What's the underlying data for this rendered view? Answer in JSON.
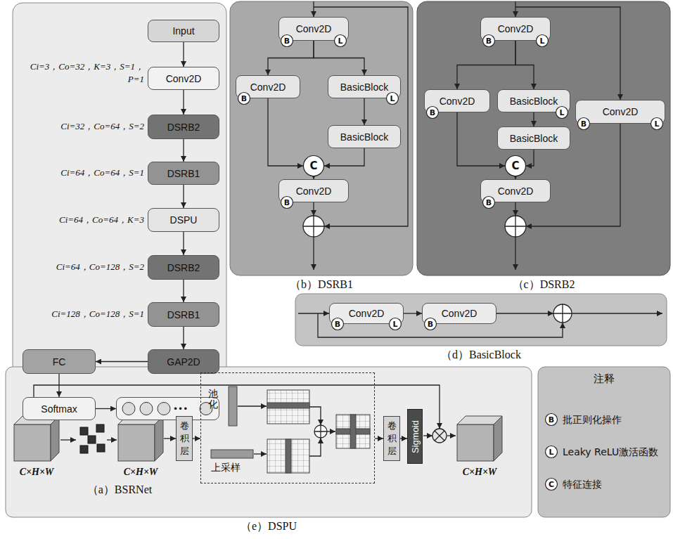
{
  "diagram": {
    "nodes": [
      {
        "text": [
          "（a）BSRNet"
        ]
      },
      {
        "text": [
          "Input"
        ],
        "in": 0
      },
      {
        "text": [
          "Conv2D"
        ],
        "in": 0
      },
      {
        "text": [
          "DSRB2"
        ],
        "in": 0
      },
      {
        "text": [
          "DSRB1"
        ],
        "in": 0
      },
      {
        "text": [
          "DSPU"
        ],
        "in": 0
      },
      {
        "text": [
          "DSRB2"
        ],
        "in": 0
      },
      {
        "text": [
          "DSRB1"
        ],
        "in": 0
      },
      {
        "text": [
          "GAP2D"
        ],
        "in": 0
      },
      {
        "text": [
          "FC"
        ],
        "in": 0
      },
      {
        "text": [
          "Softmax"
        ],
        "in": 0
      },
      {
        "text": [
          "•••"
        ],
        "in": 0
      },
      {
        "text": [
          "（b）DSRB1"
        ]
      },
      {
        "text": [
          "Conv2D"
        ],
        "in": 12
      },
      {
        "text": [
          "B"
        ],
        "in": 13
      },
      {
        "text": [
          "L"
        ],
        "in": 13
      },
      {
        "text": [
          "Conv2D"
        ],
        "in": 12
      },
      {
        "text": [
          "B"
        ],
        "in": 16
      },
      {
        "text": [
          "BasicBlock"
        ],
        "in": 12
      },
      {
        "text": [
          "L"
        ],
        "in": 18
      },
      {
        "text": [
          "BasicBlock"
        ],
        "in": 12
      },
      {
        "text": [
          "C"
        ],
        "in": 12
      },
      {
        "text": [
          "Conv2D"
        ],
        "in": 12
      },
      {
        "text": [
          "B"
        ],
        "in": 22
      },
      {
        "text": [
          "（c）DSRB2"
        ]
      },
      {
        "text": [
          "Conv2D"
        ],
        "in": 24
      },
      {
        "text": [
          "B"
        ],
        "in": 25
      },
      {
        "text": [
          "L"
        ],
        "in": 25
      },
      {
        "text": [
          "Conv2D"
        ],
        "in": 24
      },
      {
        "text": [
          "B"
        ],
        "in": 28
      },
      {
        "text": [
          "BasicBlock"
        ],
        "in": 24
      },
      {
        "text": [
          "L"
        ],
        "in": 30
      },
      {
        "text": [
          "Conv2D"
        ],
        "in": 24
      },
      {
        "text": [
          "B"
        ],
        "in": 32
      },
      {
        "text": [
          "L"
        ],
        "in": 32
      },
      {
        "text": [
          "BasicBlock"
        ],
        "in": 24
      },
      {
        "text": [
          "C"
        ],
        "in": 24
      },
      {
        "text": [
          "Conv2D"
        ],
        "in": 24
      },
      {
        "text": [
          "B"
        ],
        "in": 37
      },
      {
        "text": [
          "（d）BasicBlock"
        ]
      },
      {
        "text": [
          "Conv2D"
        ],
        "in": 39
      },
      {
        "text": [
          "B"
        ],
        "in": 40
      },
      {
        "text": [
          "L"
        ],
        "in": 40
      },
      {
        "text": [
          "Conv2D"
        ],
        "in": 39
      },
      {
        "text": [
          "B"
        ],
        "in": 43
      },
      {
        "text": [
          "（e）DSPU"
        ]
      },
      {
        "text": [
          "卷积层"
        ],
        "in": 45
      },
      {
        "text": [
          "池化",
          "上采样"
        ],
        "in": 45
      },
      {
        "text": [
          "卷积层"
        ],
        "in": 45
      },
      {
        "text": [
          "Sigmoid"
        ],
        "in": 45
      },
      {
        "text": [
          "注释"
        ]
      },
      {
        "text": [
          "B"
        ],
        "in": 50
      },
      {
        "text": [
          "L"
        ],
        "in": 50
      },
      {
        "text": [
          "C"
        ],
        "in": 50
      }
    ],
    "edges": [
      {
        "from": 1,
        "to": 2,
        "arrow": "to"
      },
      {
        "from": 2,
        "to": 3,
        "arrow": "to"
      },
      {
        "from": 3,
        "to": 4,
        "arrow": "to"
      },
      {
        "from": 4,
        "to": 5,
        "arrow": "to"
      },
      {
        "from": 5,
        "to": 6,
        "arrow": "to"
      },
      {
        "from": 6,
        "to": 7,
        "arrow": "to"
      },
      {
        "from": 7,
        "to": 8,
        "arrow": "to"
      },
      {
        "from": 8,
        "to": 9,
        "arrow": "to"
      },
      {
        "from": 9,
        "to": 10,
        "arrow": "to"
      },
      {
        "from": 10,
        "to": 11,
        "arrow": "to"
      },
      {
        "from": 13,
        "to": 16,
        "arrow": "to"
      },
      {
        "from": 13,
        "to": 18,
        "arrow": "to"
      },
      {
        "from": 18,
        "to": 20,
        "arrow": "to"
      },
      {
        "from": 16,
        "to": 21,
        "arrow": "to"
      },
      {
        "from": 20,
        "to": 21,
        "arrow": "to"
      },
      {
        "from": 21,
        "to": 22,
        "arrow": "to"
      },
      {
        "from": 25,
        "to": 28,
        "arrow": "to"
      },
      {
        "from": 25,
        "to": 30,
        "arrow": "to"
      },
      {
        "from": 30,
        "to": 35,
        "arrow": "to"
      },
      {
        "from": 28,
        "to": 36,
        "arrow": "to"
      },
      {
        "from": 35,
        "to": 36,
        "arrow": "to"
      },
      {
        "from": 36,
        "to": 37,
        "arrow": "to"
      },
      {
        "from": 40,
        "to": 43,
        "arrow": "to"
      },
      {
        "from": 46,
        "to": 47,
        "arrow": "to"
      },
      {
        "from": 47,
        "to": 48,
        "arrow": "to"
      },
      {
        "from": 48,
        "to": 49,
        "arrow": "to"
      }
    ],
    "labels": [
      "Ci=3，Co=32，K=3，S=1， P=1",
      "Ci=32，Co=64，S=2",
      "Ci=64，Co=64，S=1",
      "Ci=64，Co=64，K=3",
      "Ci=64，Co=128，S=2",
      "Ci=128，Co=128，S=1",
      "C×H×W",
      "C×H×W",
      "C×H×W"
    ],
    "legend": [
      {
        "text": "批正则化操作"
      },
      {
        "text": "Leaky ReLU激活函数"
      },
      {
        "text": "特征连接"
      }
    ]
  }
}
